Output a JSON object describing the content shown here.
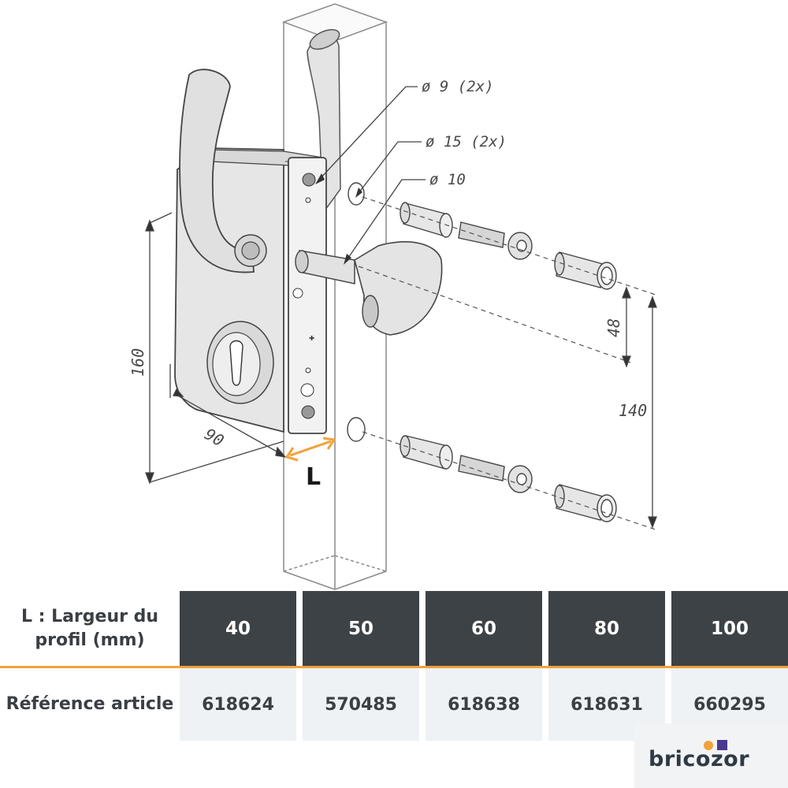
{
  "diagram": {
    "dimensions": {
      "hole_9": "ø 9 (2x)",
      "hole_15": "ø 15 (2x)",
      "hole_10": "ø 10",
      "height_160": "160",
      "depth_90": "90",
      "spacing_48": "48",
      "spacing_140": "140"
    },
    "profile_label": "L",
    "accent_color": "#f2a23a"
  },
  "table": {
    "header_label": "L : Largeur du profil (mm)",
    "reference_label": "Référence article",
    "widths": [
      "40",
      "50",
      "60",
      "80",
      "100"
    ],
    "references": [
      "618624",
      "570485",
      "618638",
      "618631",
      "660295"
    ],
    "header_bg": "#3d4246",
    "row_bg": "#eef2f5"
  },
  "brand": {
    "name": "bricozor",
    "dot_orange": "#f2a23a",
    "dot_purple": "#4a3b8f"
  }
}
